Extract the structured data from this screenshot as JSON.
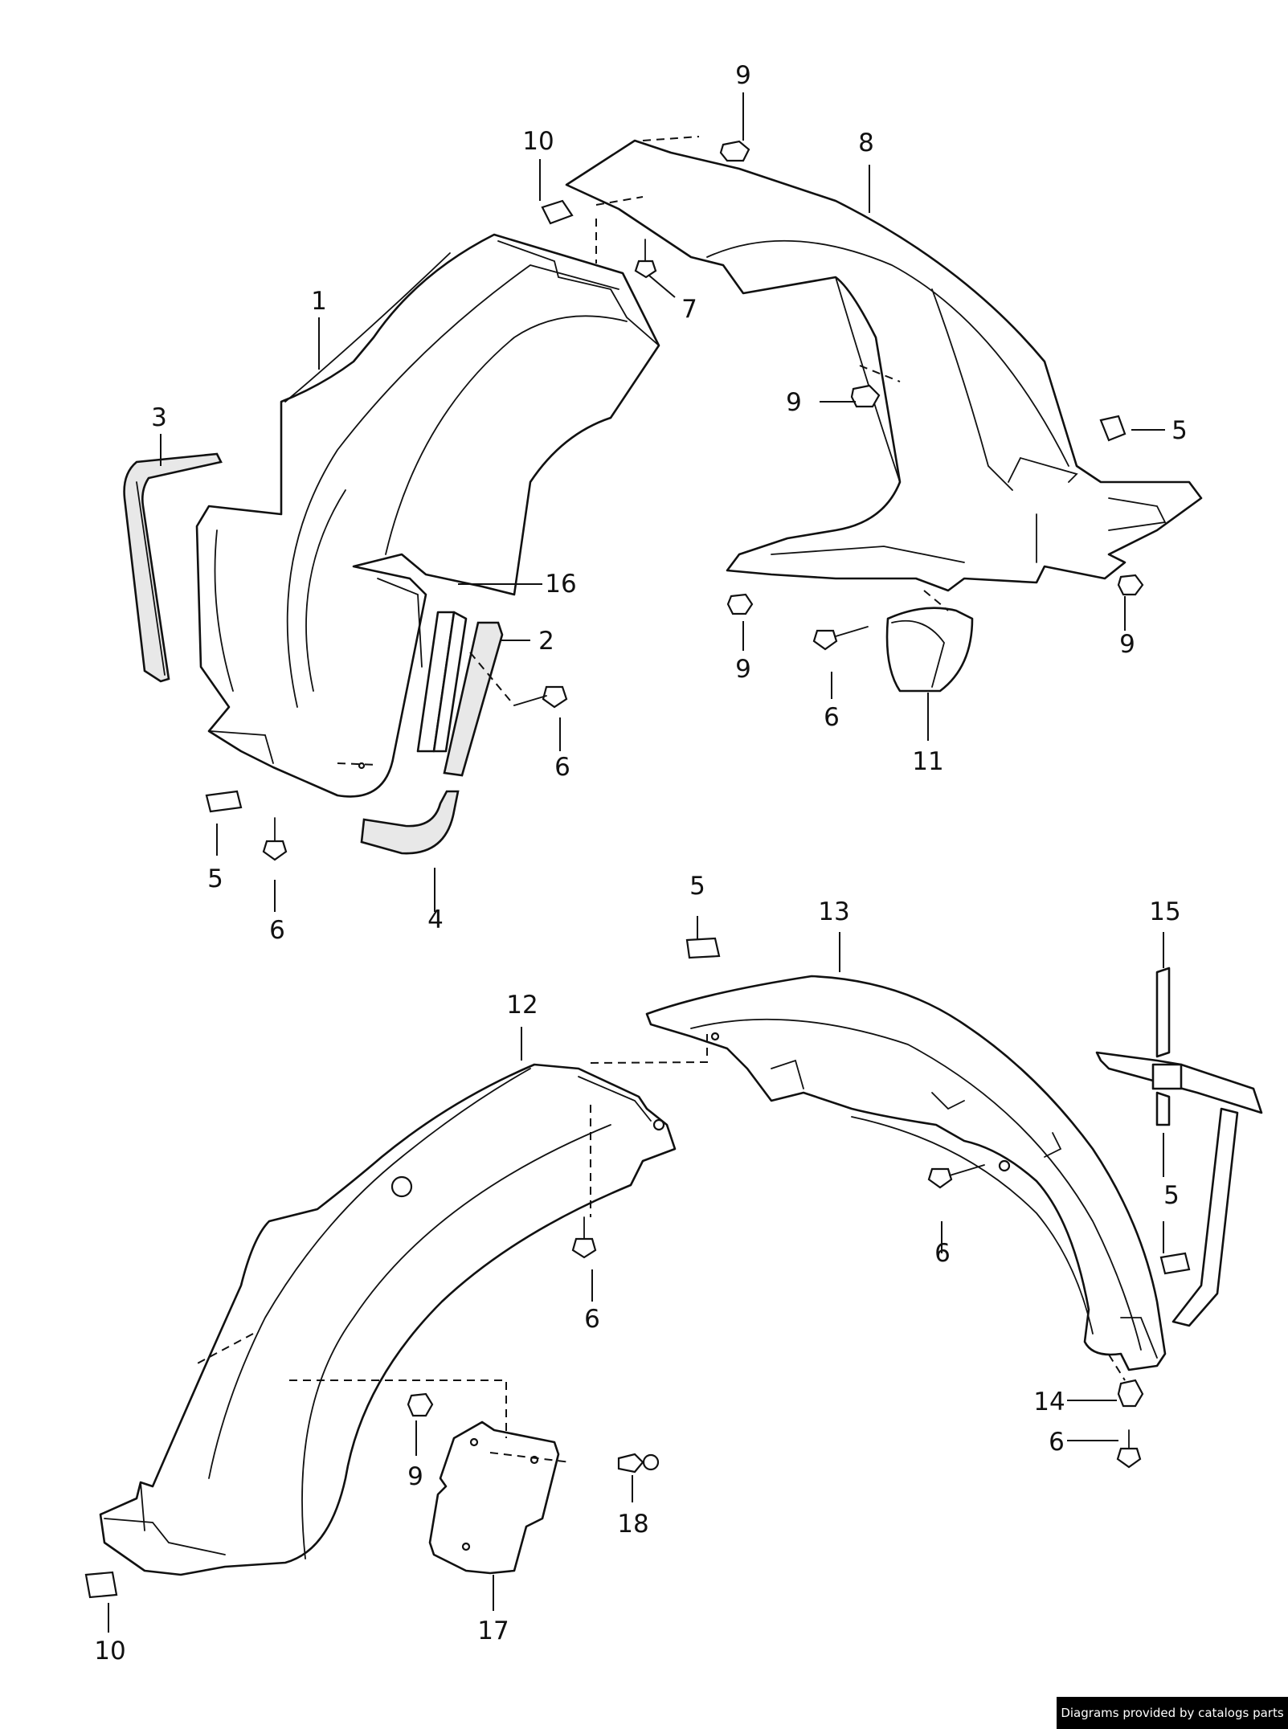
{
  "callouts": {
    "c1": "1",
    "c2": "2",
    "c3": "3",
    "c4": "4",
    "c5a": "5",
    "c5b": "5",
    "c5c": "5",
    "c5d": "5",
    "c6a": "6",
    "c6b": "6",
    "c6c": "6",
    "c6d": "6",
    "c6e": "6",
    "c6f": "6",
    "c7": "7",
    "c8": "8",
    "c9a": "9",
    "c9b": "9",
    "c9c": "9",
    "c9d": "9",
    "c9e": "9",
    "c10a": "10",
    "c10b": "10",
    "c11": "11",
    "c12": "12",
    "c13": "13",
    "c14": "14",
    "c15": "15",
    "c16": "16",
    "c17": "17",
    "c18": "18"
  },
  "footer": {
    "credit": "Diagrams provided by catalogs parts"
  }
}
